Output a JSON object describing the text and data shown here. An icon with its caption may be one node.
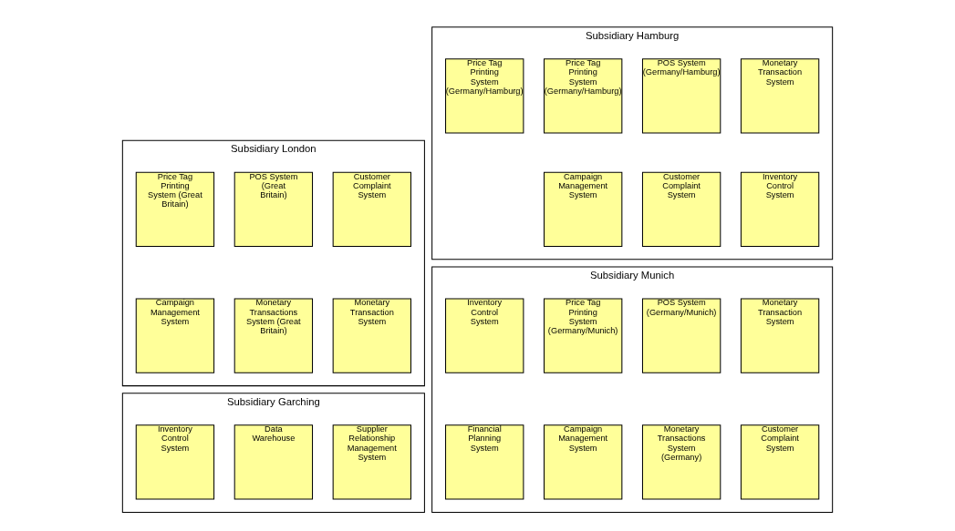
{
  "diagram": {
    "nodes": [
      {
        "text": [
          "Subsidiary Hamburg"
        ]
      },
      {
        "text": [
          "Price Tag Printing System (Germany/Hamburg)"
        ],
        "in": 0
      },
      {
        "text": [
          "POS System (Germany/Hamburg)"
        ],
        "in": 0
      },
      {
        "text": [
          "Monetary Transaction System"
        ],
        "in": 0
      },
      {
        "text": [
          "Price Tag Printing System (Germany/Hamburg)"
        ],
        "in": 0
      },
      {
        "text": [
          "Campaign Management System"
        ],
        "in": 0
      },
      {
        "text": [
          "Customer Complaint System"
        ],
        "in": 0
      },
      {
        "text": [
          "Inventory Control System"
        ],
        "in": 0
      },
      {
        "text": [
          "Subsidiary London"
        ]
      },
      {
        "text": [
          "Price Tag Printing System (Great Britain)"
        ],
        "in": 8
      },
      {
        "text": [
          "POS System (Great Britain)"
        ],
        "in": 8
      },
      {
        "text": [
          "Customer Complaint System"
        ],
        "in": 8
      },
      {
        "text": [
          "Campaign Management System"
        ],
        "in": 8
      },
      {
        "text": [
          "Monetary Transactions System (Great Britain)"
        ],
        "in": 8
      },
      {
        "text": [
          "Monetary Transaction System"
        ],
        "in": 8
      },
      {
        "text": [
          "Subsidiary Munich"
        ]
      },
      {
        "text": [
          "Price Tag Printing System (Germany/Munich)"
        ],
        "in": 15
      },
      {
        "text": [
          "POS System (Germany/Munich)"
        ],
        "in": 15
      },
      {
        "text": [
          "Monetary Transaction System"
        ],
        "in": 15
      },
      {
        "text": [
          "Inventory Control System"
        ],
        "in": 15
      },
      {
        "text": [
          "Campaign Management System"
        ],
        "in": 15
      },
      {
        "text": [
          "Monetary Transactions System (Germany)"
        ],
        "in": 15
      },
      {
        "text": [
          "Customer Complaint System"
        ],
        "in": 15
      },
      {
        "text": [
          "Financial Planning System"
        ],
        "in": 15
      },
      {
        "text": [
          "Subsidiary Garching"
        ]
      },
      {
        "text": [
          "Inventory Control System"
        ],
        "in": 24
      },
      {
        "text": [
          "Data Warehouse"
        ],
        "in": 24
      },
      {
        "text": [
          "Supplier Relationship Management System"
        ],
        "in": 24
      }
    ],
    "edges": []
  }
}
